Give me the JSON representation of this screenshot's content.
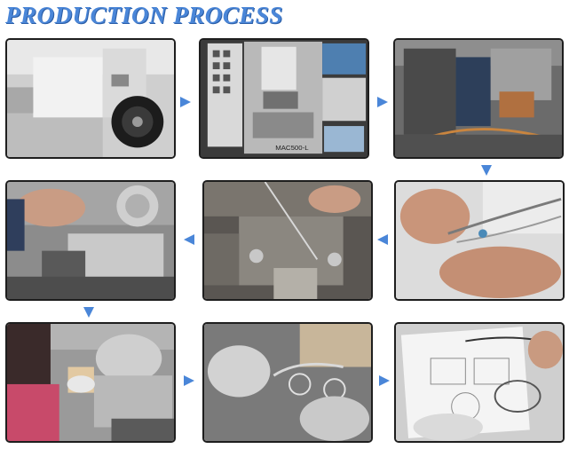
{
  "title": "PRODUCTION PROCESS",
  "accent_color": "#4a86d8",
  "steps": [
    {
      "icon": "slitting-machine-photo"
    },
    {
      "icon": "cnc-machine-photo",
      "machine_label": "MAC500-L"
    },
    {
      "icon": "press-machine-photo"
    },
    {
      "icon": "hand-soldering-photo"
    },
    {
      "icon": "welding-fixture-photo"
    },
    {
      "icon": "grinding-wheel-photo"
    },
    {
      "icon": "polishing-machine-photo"
    },
    {
      "icon": "frame-adjusting-photo"
    },
    {
      "icon": "inspection-drawing-photo"
    }
  ]
}
